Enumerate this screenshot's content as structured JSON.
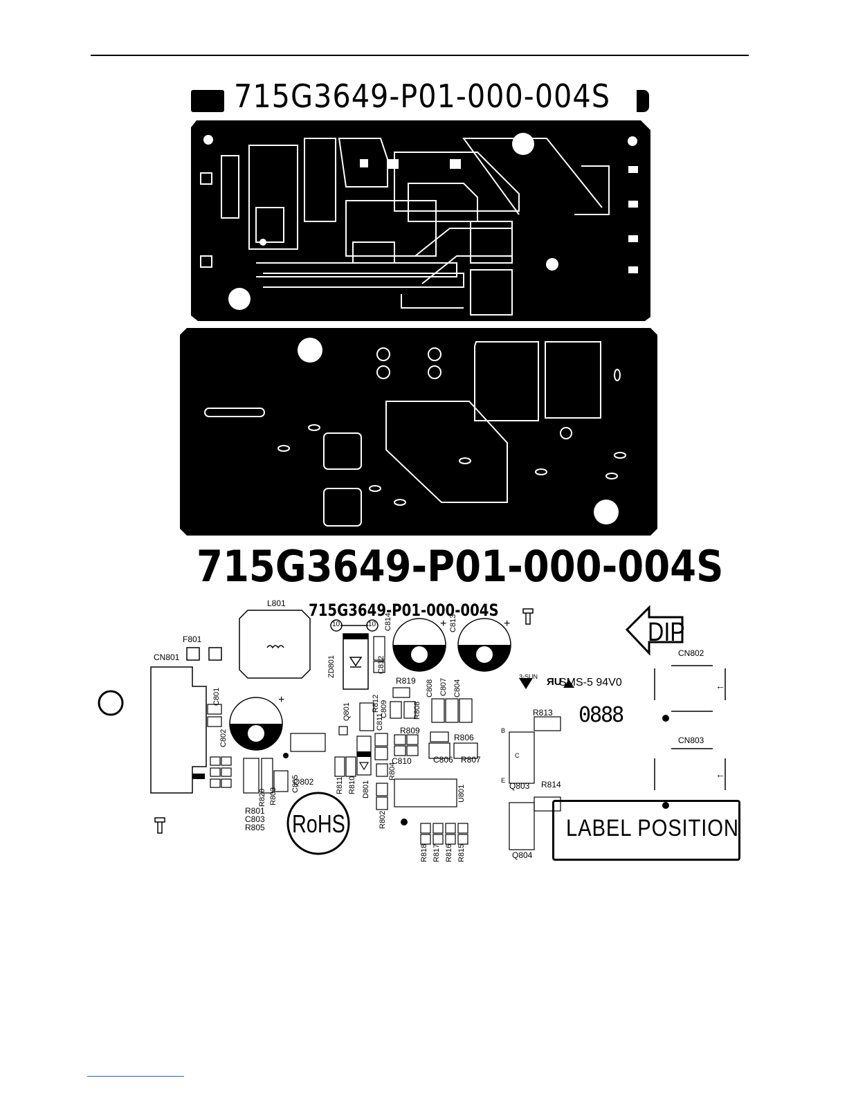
{
  "header": {
    "rule": true
  },
  "top_layer": {
    "part_number": "715G3649-P01-000-004S"
  },
  "bottom_title": {
    "part_number": "715G3649-P01-000-004S"
  },
  "silkscreen": {
    "part_number": "715G3649-P01-000-004S",
    "designators": {
      "L801": "L801",
      "F801": "F801",
      "CN801": "CN801",
      "C801": "C801",
      "C802": "C802",
      "ZD801": "ZD801",
      "C814": "C814",
      "C813": "C813",
      "C812": "C812",
      "R819": "R819",
      "C808": "C808",
      "C807": "C807",
      "C804": "C804",
      "Q801": "Q801",
      "R812": "R812",
      "C809": "C809",
      "R808": "R808",
      "C811": "C811",
      "R809": "R809",
      "R806": "R806",
      "C806": "C806",
      "R807": "R807",
      "C810": "C810",
      "R804": "R804",
      "R811": "R811",
      "R810": "R810",
      "D801": "D801",
      "U801": "U801",
      "R802": "R802",
      "Q802": "Q802",
      "C805": "C805",
      "R803": "R803",
      "R820": "R820",
      "R801": "R801",
      "C803": "C803",
      "R805": "R805",
      "R818": "R818",
      "R817": "R817",
      "R816": "R816",
      "R815": "R815",
      "R813": "R813",
      "R814": "R814",
      "Q803": "Q803",
      "Q804": "Q804",
      "CN802": "CN802",
      "CN803": "CN803"
    },
    "pad_marks": {
      "ten_a": "10",
      "ten_b": "10",
      "pin_b": "B",
      "pin_c": "C",
      "pin_e": "E"
    },
    "rohs": "RoHS",
    "dip": "DIP",
    "maker": "3-SUN",
    "ul_mark": "ЯU",
    "material": "SMS-5 94V0",
    "date_code": "0888",
    "label_position": "LABEL POSITION"
  }
}
